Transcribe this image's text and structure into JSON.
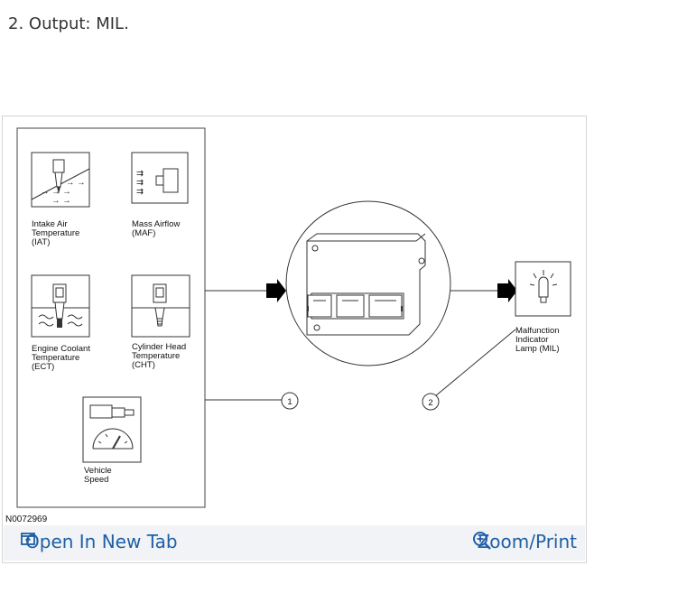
{
  "heading": "2. Output: MIL.",
  "diagram": {
    "sensors": {
      "iat": [
        "Intake Air",
        "Temperature",
        "(IAT)"
      ],
      "maf": [
        "Mass Airflow",
        "(MAF)"
      ],
      "ect": [
        "Engine Coolant",
        "Temperature",
        "(ECT)"
      ],
      "cht": [
        "Cylinder Head",
        "Temperature",
        "(CHT)"
      ],
      "vss": [
        "Vehicle",
        "Speed"
      ]
    },
    "output": [
      "Malfunction",
      "Indicator",
      "Lamp (MIL)"
    ],
    "callouts": [
      "1",
      "2"
    ],
    "figure_code": "N0072969"
  },
  "toolbar": {
    "open_label": "Open In New Tab",
    "zoom_label": "Zoom/Print",
    "open_icon": "open-in-new-tab-icon",
    "zoom_icon": "zoom-in-icon",
    "accent": "#1f5fa5"
  }
}
